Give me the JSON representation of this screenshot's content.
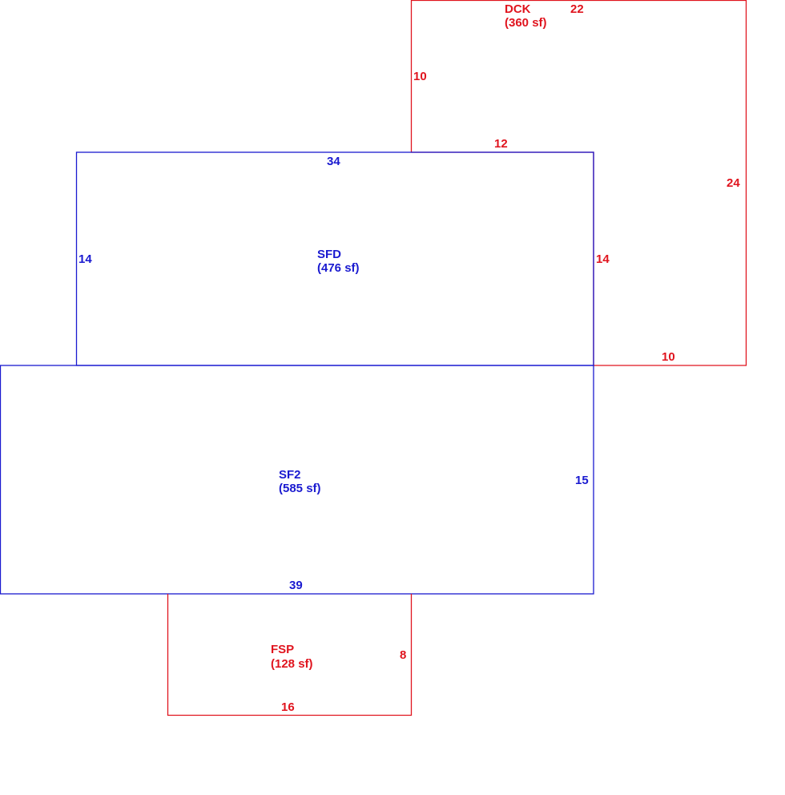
{
  "colors": {
    "deck_fsp": "#e0141e",
    "living": "#1a1ad0",
    "background": "#ffffff"
  },
  "areas": {
    "dck": {
      "code": "DCK",
      "area": "(360 sf)"
    },
    "sfd": {
      "code": "SFD",
      "area": "(476 sf)"
    },
    "sf2": {
      "code": "SF2",
      "area": "(585 sf)"
    },
    "fsp": {
      "code": "FSP",
      "area": "(128 sf)"
    }
  },
  "dimensions": {
    "dck_top": "22",
    "dck_left": "10",
    "dck_inner_bottom": "12",
    "dck_right": "24",
    "dck_inner_side": "14",
    "dck_bottom": "10",
    "sfd_top": "34",
    "sfd_left": "14",
    "sf2_right": "15",
    "sf2_bottom": "39",
    "fsp_right": "8",
    "fsp_bottom": "16"
  }
}
